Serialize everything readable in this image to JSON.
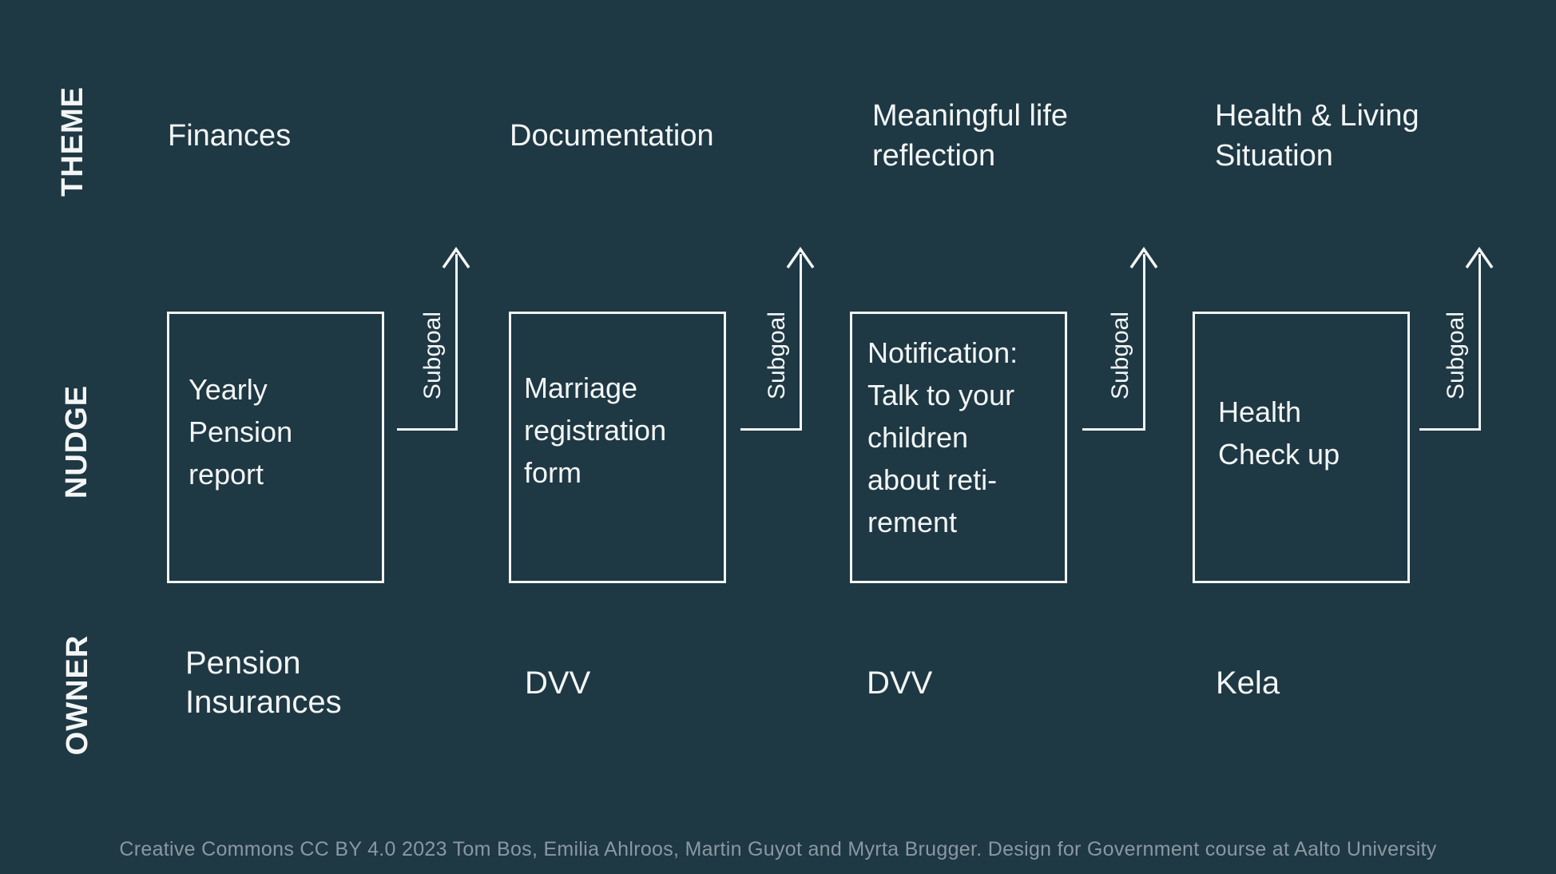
{
  "rails": {
    "theme": "THEME",
    "nudge": "NUDGE",
    "owner": "OWNER"
  },
  "columns": [
    {
      "theme": "Finances",
      "nudge": "Yearly\nPension\nreport",
      "subgoal": "Subgoal",
      "owner": "Pension\nInsurances"
    },
    {
      "theme": "Documentation",
      "nudge": "Marriage\nregistration\nform",
      "subgoal": "Subgoal",
      "owner": "DVV"
    },
    {
      "theme": "Meaningful life\nreflection",
      "nudge": "Notification:\nTalk to your\nchildren\nabout reti-\nrement",
      "subgoal": "Subgoal",
      "owner": "DVV"
    },
    {
      "theme": "Health & Living\nSituation",
      "nudge": "Health\nCheck up",
      "subgoal": "Subgoal",
      "owner": "Kela"
    }
  ],
  "footer": "Creative Commons CC BY 4.0 2023 Tom Bos, Emilia Ahlroos, Martin Guyot and Myrta Brugger. Design for Government course at Aalto University",
  "colors": {
    "background": "#1e3844",
    "foreground": "#f3f6f5",
    "footer_text": "#8b98a1"
  }
}
